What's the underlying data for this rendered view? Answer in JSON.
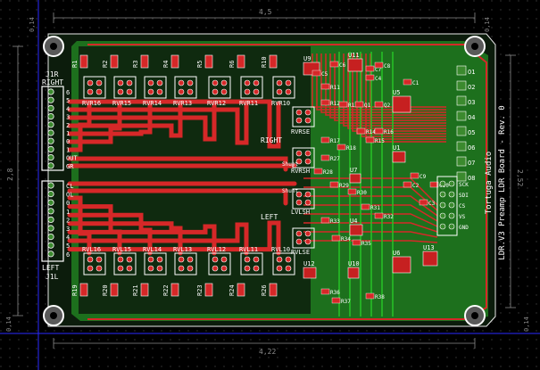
{
  "colors": {
    "background": "#000000",
    "dot_grid": "#3a3a3a",
    "board_outline": "#e8e8e8",
    "top_copper": "#d62828",
    "bottom_copper": "#1f9a1f",
    "pad": "#3b8a2e",
    "silkscreen": "#ffffff",
    "dimension": "#8a8a8a",
    "axis_h": "#2a2aff",
    "axis_v": "#2a2aff"
  },
  "dimensions": {
    "top_width": "4,5",
    "bottom_width": "4,22",
    "left_height": "2,8",
    "right_height": "2,52",
    "top_left_margin": "0,14",
    "top_right_margin": "0,14",
    "bottom_left_margin": "0,14",
    "bottom_right_margin": "0,14"
  },
  "silk": {
    "right_label": "RIGHT",
    "left_label": "LEFT",
    "jr_label": "J1R",
    "jr_sub": "RIGHT",
    "jl_label": "LEFT",
    "jl_sub": "J1L",
    "title_line1": "Tortuga Audio",
    "title_line2": "LDR.V3 Preamp LDR Board - Rev. 0",
    "right_channel": "RIGHT",
    "left_channel": "LEFT",
    "right_shunt": "RVRSH",
    "right_series": "RVRSE",
    "left_shunt": "LVLSH",
    "left_series": "RVLSE",
    "shunt_text": "Shunt"
  },
  "connector_right": [
    "6",
    "5",
    "4",
    "3",
    "2",
    "1",
    "0",
    "1",
    "OUT",
    "GR"
  ],
  "connector_left": [
    "CL",
    "OL",
    "0",
    "1",
    "2",
    "3",
    "4",
    "5",
    "6"
  ],
  "top_resistors": [
    "R1",
    "R2",
    "R3",
    "R4",
    "R5",
    "R6",
    "R10"
  ],
  "top_ldrs": [
    "RVR16",
    "RVR15",
    "RVR14",
    "RVR13",
    "RVR12",
    "RVR11",
    "RVR10"
  ],
  "bottom_resistors": [
    "R19",
    "R20",
    "R21",
    "R22",
    "R23",
    "R24",
    "R26"
  ],
  "bottom_ldrs": [
    "RVL16",
    "RVL15",
    "RVL14",
    "RVL13",
    "RVL12",
    "RVL11",
    "RVL10"
  ],
  "ics": [
    "U9",
    "U10",
    "U5",
    "U6",
    "U13",
    "U11",
    "U12",
    "U1",
    "U4",
    "U7"
  ],
  "right_pins": [
    "O1",
    "O2",
    "O3",
    "O4",
    "O5",
    "O6",
    "O7",
    "O8"
  ],
  "jumper_pins": [
    "SCK",
    "SDI",
    "CS",
    "VS",
    "GND"
  ],
  "misc_labels": [
    "R11",
    "R12",
    "R13",
    "R14",
    "R15",
    "R16",
    "R17",
    "R18",
    "R27",
    "R28",
    "R29",
    "R30",
    "R31",
    "R32",
    "R33",
    "R34",
    "R35",
    "R36",
    "R37",
    "R38",
    "C1",
    "C2",
    "C3",
    "C4",
    "C5",
    "C6",
    "C7",
    "C8",
    "C9",
    "C10",
    "Q1",
    "Q2"
  ]
}
